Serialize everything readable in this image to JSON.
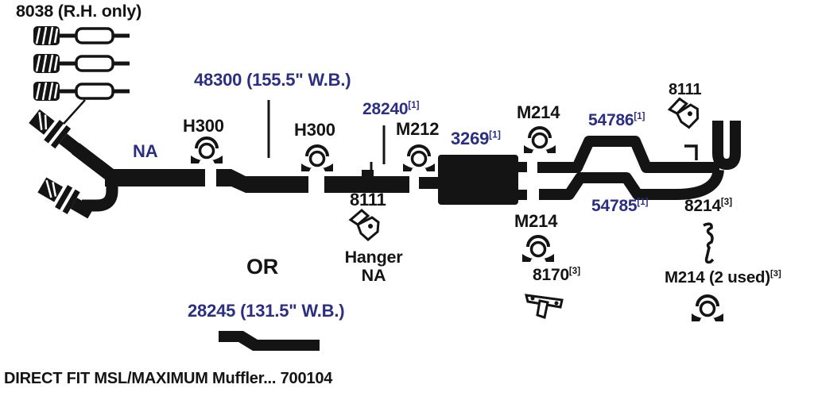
{
  "diagram": {
    "title": "Exhaust system direct-fit parts diagram",
    "labels": {
      "part_8038": "8038 (R.H. only)",
      "wb_48300": "48300 (155.5\" W.B.)",
      "na": "NA",
      "h300_1": "H300",
      "h300_2": "H300",
      "part_28240": "28240",
      "part_28240_sup": "[1]",
      "m212": "M212",
      "part_3269": "3269",
      "part_3269_sup": "[1]",
      "part_8111_mid": "8111",
      "hanger_line1": "Hanger",
      "hanger_line2": "NA",
      "m214_top": "M214",
      "part_54786": "54786",
      "part_54786_sup": "[1]",
      "part_8111_right": "8111",
      "part_54785": "54785",
      "part_54785_sup": "[1]",
      "part_8214": "8214",
      "part_8214_sup": "[3]",
      "m214_mid": "M214",
      "part_8170": "8170",
      "part_8170_sup": "[3]",
      "m214_2used": "M214 (2 used)",
      "m214_2used_sup": "[3]",
      "or": "OR",
      "wb_28245": "28245 (131.5\" W.B.)",
      "footer": "DIRECT FIT MSL/MAXIMUM Muffler... 700104"
    },
    "colors": {
      "part_ref_blue": "#2b2e83",
      "ink_black": "#141414",
      "background": "#ffffff"
    },
    "icons": [
      "clamp-icon",
      "hanger-bracket-icon",
      "strap-hanger-icon",
      "t-bracket-icon",
      "flanged-inlet-tip-icon",
      "resonator-assembly-icon",
      "muffler-icon"
    ]
  }
}
